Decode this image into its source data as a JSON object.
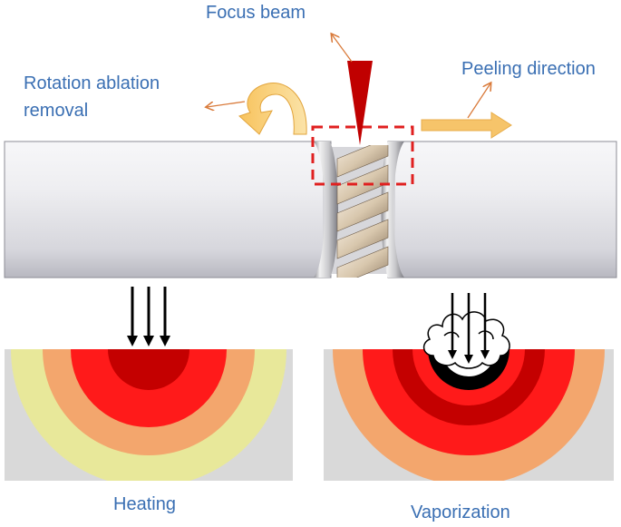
{
  "labels": {
    "focus_beam": "Focus beam",
    "peeling_direction": "Peeling direction",
    "rotation_line1": "Rotation ablation",
    "rotation_line2": "removal",
    "heating": "Heating",
    "vaporization": "Vaporization"
  },
  "colors": {
    "label_text": "#3a6fb3",
    "beam": "#c00000",
    "dashed_box": "#e02020",
    "arrow_orange": "#f6c46a",
    "pointer": "#d97a3a",
    "zone_dark_red": "#c40000",
    "zone_red": "#ff1a1a",
    "zone_orange": "#f3a66d",
    "zone_yellow": "#e8e89a",
    "substrate": "#d9d9d9",
    "vapor_hole": "#000000"
  },
  "icons": [
    "focus-beam-triangle",
    "rotation-arrow-icon",
    "peeling-arrow-icon",
    "heat-arrows",
    "vapor-plume"
  ]
}
